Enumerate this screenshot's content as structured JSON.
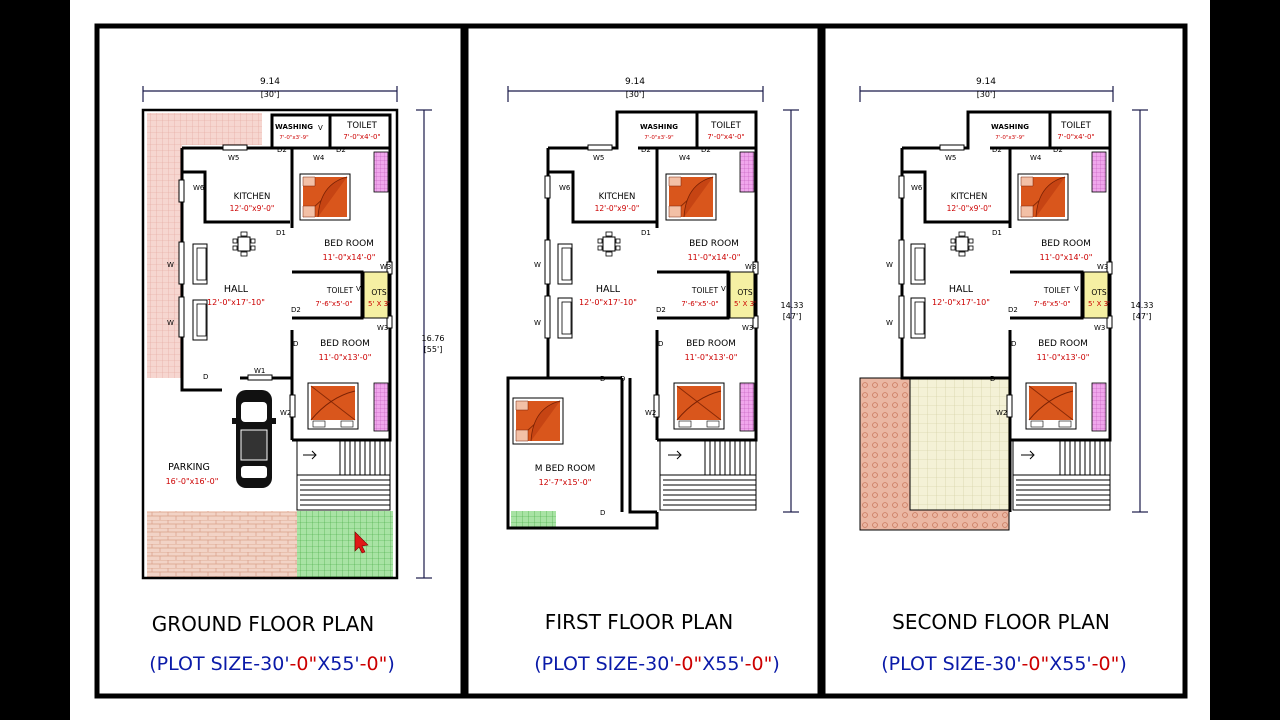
{
  "colors": {
    "wall": "#000000",
    "red_label": "#cc0000",
    "blue_caption": "#0a1aa8",
    "dim_line": "#1a1a4a",
    "tile_pink": "#f3c9c2",
    "tile_green": "#7fd27f",
    "tile_cream": "#f2efcf",
    "tile_terracotta": "#e9a98f",
    "ots_yellow": "#f5f0a3",
    "wardrobe_magenta": "#e98ae3",
    "bed_orange": "#d9561c"
  },
  "plans": [
    {
      "width_m": "9.14",
      "width_ft": "[30']",
      "height_m": "16.76",
      "height_ft": "[55']",
      "title": "GROUND FLOOR PLAN",
      "caption_prefix": "(PLOT SIZE-30'",
      "caption_red": "-0\"",
      "caption_mid": "X55'",
      "caption_red2": "-0\"",
      "caption_suffix": ")",
      "washing": "WASHING",
      "washing_dim": "7'-0\"x3'-9\"",
      "toilet": "TOILET",
      "toilet_dim": "7'-0\"x4'-0\"",
      "kitchen": "KITCHEN",
      "kitchen_dim": "12'-0\"x9'-0\"",
      "bed1": "BED ROOM",
      "bed1_dim": "11'-0\"x14'-0\"",
      "hall": "HALL",
      "hall_dim": "12'-0\"x17'-10\"",
      "toilet2": "TOILET",
      "toilet2_dim": "7'-6\"x5'-0\"",
      "ots": "OTS",
      "ots_dim": "5' X 3'",
      "bed2": "BED ROOM",
      "bed2_dim": "11'-0\"x13'-0\"",
      "parking": "PARKING",
      "parking_dim": "16'-0\"x16'-0\""
    },
    {
      "width_m": "9.14",
      "width_ft": "[30']",
      "height_m": "14.33",
      "height_ft": "[47']",
      "title": "FIRST  FLOOR PLAN",
      "caption_prefix": "(PLOT SIZE-30'",
      "caption_red": "-0\"",
      "caption_mid": "X55'",
      "caption_red2": "-0\"",
      "caption_suffix": ")",
      "washing": "WASHING",
      "washing_dim": "7'-0\"x3'-9\"",
      "toilet": "TOILET",
      "toilet_dim": "7'-0\"x4'-0\"",
      "kitchen": "KITCHEN",
      "kitchen_dim": "12'-0\"x9'-0\"",
      "bed1": "BED ROOM",
      "bed1_dim": "11'-0\"x14'-0\"",
      "hall": "HALL",
      "hall_dim": "12'-0\"x17'-10\"",
      "toilet2": "TOILET",
      "toilet2_dim": "7'-6\"x5'-0\"",
      "ots": "OTS",
      "ots_dim": "5' X 3'",
      "bed2": "BED ROOM",
      "bed2_dim": "11'-0\"x13'-0\"",
      "mbed": "M BED ROOM",
      "mbed_dim": "12'-7\"x15'-0\""
    },
    {
      "width_m": "9.14",
      "width_ft": "[30']",
      "height_m": "14.33",
      "height_ft": "[47']",
      "title": "SECOND  FLOOR PLAN",
      "caption_prefix": "(PLOT SIZE-30'",
      "caption_red": "-0\"",
      "caption_mid": "X55'",
      "caption_red2": "-0\"",
      "caption_suffix": ")",
      "washing": "WASHING",
      "washing_dim": "7'-0\"x3'-9\"",
      "toilet": "TOILET",
      "toilet_dim": "7'-0\"x4'-0\"",
      "kitchen": "KITCHEN",
      "kitchen_dim": "12'-0\"x9'-0\"",
      "bed1": "BED ROOM",
      "bed1_dim": "11'-0\"x14'-0\"",
      "hall": "HALL",
      "hall_dim": "12'-0\"x17'-10\"",
      "toilet2": "TOILET",
      "toilet2_dim": "7'-6\"x5'-0\"",
      "ots": "OTS",
      "ots_dim": "5' X 3'",
      "bed2": "BED ROOM",
      "bed2_dim": "11'-0\"x13'-0\""
    }
  ],
  "tags": {
    "d": "D",
    "d1": "D1",
    "d2": "D2",
    "w": "W",
    "w1": "W1",
    "w2": "W2",
    "w3": "W3",
    "w4": "W4",
    "w5": "W5",
    "w6": "W6",
    "v": "V"
  }
}
